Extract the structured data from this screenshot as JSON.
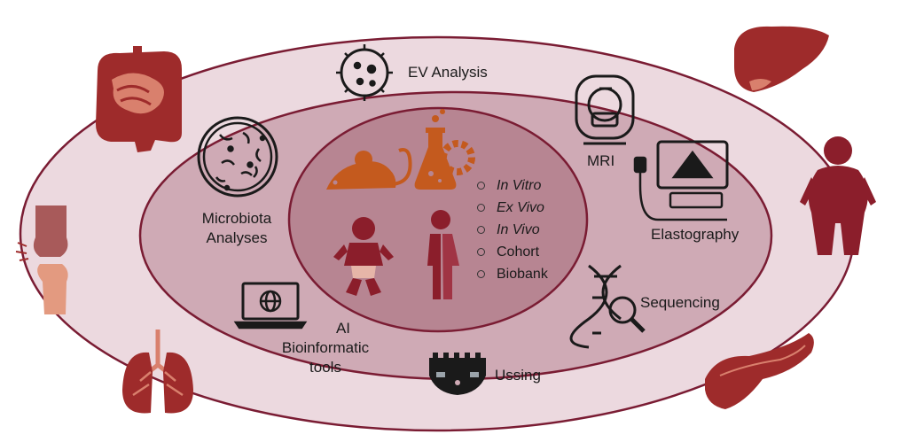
{
  "labels": {
    "ev_analysis": "EV Analysis",
    "mri": "MRI",
    "elastography": "Elastography",
    "sequencing": "Sequencing",
    "ussing": "Ussing",
    "microbiota": [
      "Microbiota",
      "Analyses"
    ],
    "ai_tools": [
      "AI",
      "Bioinformatic",
      "tools"
    ]
  },
  "methods": [
    {
      "label": "In Vitro",
      "italic": true
    },
    {
      "label": "Ex Vivo",
      "italic": true
    },
    {
      "label": "In Vivo",
      "italic": true
    },
    {
      "label": "Cohort",
      "italic": false
    },
    {
      "label": "Biobank",
      "italic": false
    }
  ],
  "colors": {
    "outer_fill": "#ecd9df",
    "middle_fill": "#cfaab5",
    "inner_fill": "#b78592",
    "ring_stroke": "#7a1c33",
    "organ": "#9e2b2b",
    "organ_light": "#d9806d",
    "model_orange": "#c45a1e",
    "icon_dark": "#1a1a1a",
    "human": "#8b1e2b"
  },
  "icons": [
    "intestine-icon",
    "liver-icon",
    "person-icon",
    "knee-icon",
    "lungs-icon",
    "pancreas-icon",
    "virus-icon",
    "petri-dish-icon",
    "mri-icon",
    "ultrasound-icon",
    "laptop-globe-icon",
    "dna-magnifier-icon",
    "ussing-chamber-icon",
    "mouse-icon",
    "flask-gear-icon",
    "baby-icon",
    "human-gender-icon"
  ]
}
